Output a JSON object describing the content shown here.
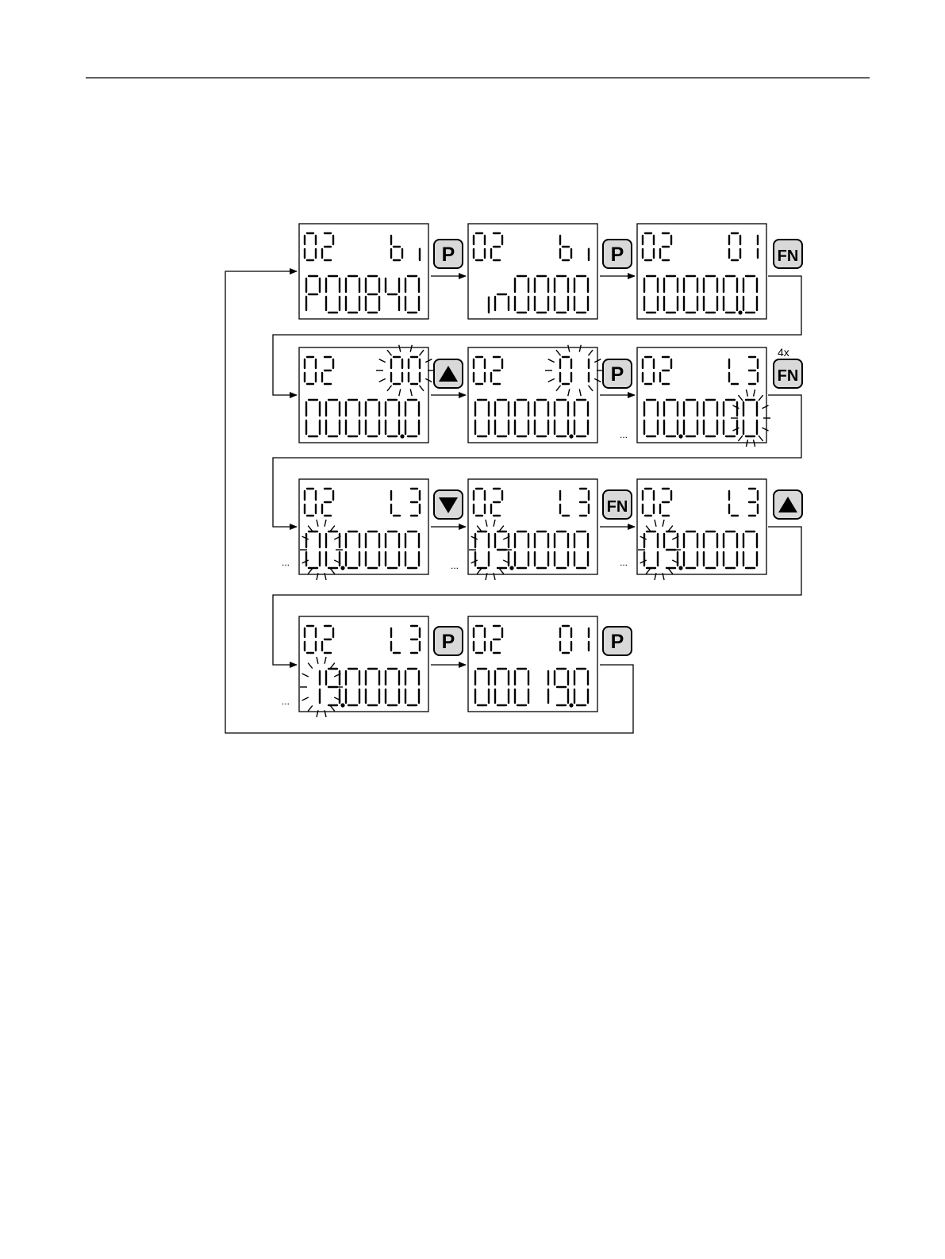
{
  "repeat_label": "4x",
  "ellipsis": "...",
  "buttons": {
    "p": "P",
    "fn": "FN",
    "up": "up-arrow",
    "down": "down-arrow"
  },
  "screens": [
    {
      "top_left": "02",
      "top_right": "bi",
      "bottom": "P00840",
      "dot": -1,
      "blink": ""
    },
    {
      "top_left": "02",
      "top_right": "bi",
      "bottom": "in0000",
      "dot": -1,
      "blink": ""
    },
    {
      "top_left": "02",
      "top_right": "01",
      "bottom": "000000",
      "dot": 4,
      "blink": ""
    },
    {
      "top_left": "02",
      "top_right": "00",
      "bottom": "000000",
      "dot": 4,
      "blink": "top_right"
    },
    {
      "top_left": "02",
      "top_right": "01",
      "bottom": "000000",
      "dot": 4,
      "blink": "top_right"
    },
    {
      "top_left": "02",
      "top_right": "L3",
      "bottom": "000000",
      "dot": 1,
      "blink": "bottom_last"
    },
    {
      "top_left": "02",
      "top_right": "L3",
      "bottom": "000000",
      "dot": 1,
      "blink": "bottom_first"
    },
    {
      "top_left": "02",
      "top_right": "L3",
      "bottom": "090000",
      "dot": 1,
      "blink": "bottom_first"
    },
    {
      "top_left": "02",
      "top_right": "L3",
      "bottom": "090000",
      "dot": 1,
      "blink": "bottom_first"
    },
    {
      "top_left": "02",
      "top_right": "L3",
      "bottom": "190000",
      "dot": 1,
      "blink": "bottom_first"
    },
    {
      "top_left": "02",
      "top_right": "01",
      "bottom": "000190",
      "dot": 4,
      "blink": ""
    }
  ]
}
